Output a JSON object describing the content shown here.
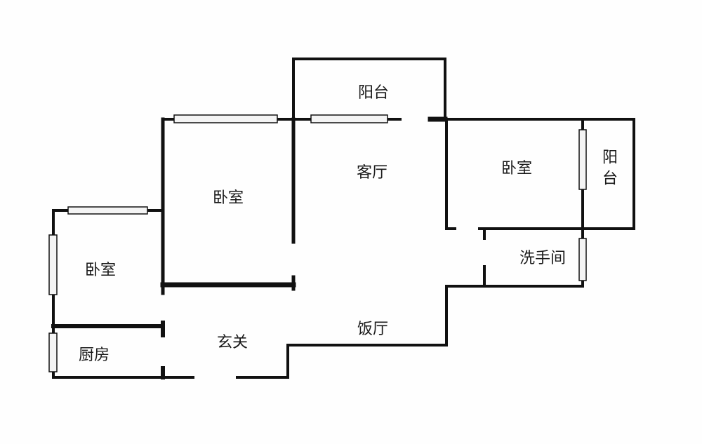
{
  "rooms": {
    "balcony_top": "阳台",
    "living_room": "客厅",
    "bedroom_right": "卧室",
    "balcony_right": "阳台",
    "bedroom_middle": "卧室",
    "bedroom_left": "卧室",
    "bathroom": "洗手间",
    "kitchen": "厨房",
    "entrance": "玄关",
    "dining_room": "饭厅"
  },
  "colors": {
    "wall": "#111111",
    "window_fill": "#f4f4f4",
    "background": "#fefefe"
  }
}
